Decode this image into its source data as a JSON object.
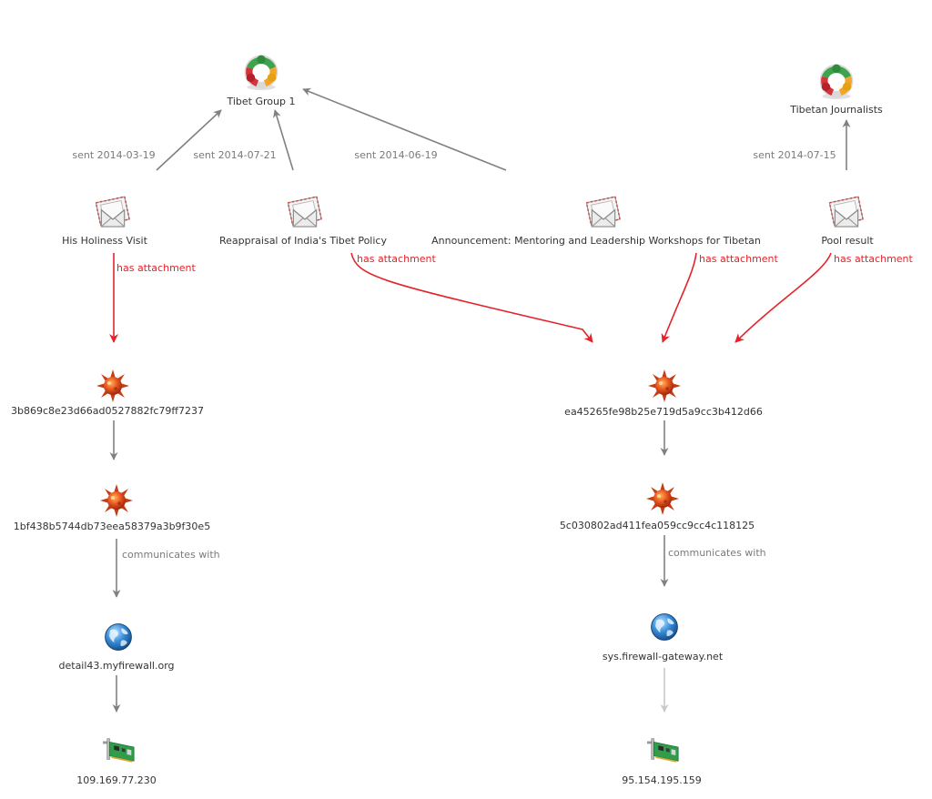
{
  "colors": {
    "edge_grey": "#808080",
    "edge_light": "#c8c8c8",
    "edge_red": "#e3242b",
    "label_grey": "#7a7a7a",
    "label_red": "#e3242b",
    "node_text": "#333333"
  },
  "nodes": {
    "tibet_group": {
      "label": "Tibet Group 1",
      "icon": "group-icon"
    },
    "tibetan_journalists": {
      "label": "Tibetan Journalists",
      "icon": "group-icon"
    },
    "email_holiness": {
      "label": "His Holiness Visit",
      "icon": "email-icon"
    },
    "email_reappraisal": {
      "label": "Reappraisal of India's Tibet Policy",
      "icon": "email-icon"
    },
    "email_announcement": {
      "label": "Announcement: Mentoring and Leadership Workshops for Tibetan",
      "icon": "email-icon"
    },
    "email_pool": {
      "label": "Pool result",
      "icon": "email-icon"
    },
    "malware_3b86": {
      "label": "3b869c8e23d66ad0527882fc79ff7237",
      "icon": "malware-icon"
    },
    "malware_1bf4": {
      "label": "1bf438b5744db73eea58379a3b9f30e5",
      "icon": "malware-icon"
    },
    "malware_ea45": {
      "label": "ea45265fe98b25e719d5a9cc3b412d66",
      "icon": "malware-icon"
    },
    "malware_5c03": {
      "label": "5c030802ad411fea059cc9cc4c118125",
      "icon": "malware-icon"
    },
    "domain_detail43": {
      "label": "detail43.myfirewall.org",
      "icon": "globe-icon"
    },
    "domain_sys": {
      "label": "sys.firewall-gateway.net",
      "icon": "globe-icon"
    },
    "ip_109": {
      "label": "109.169.77.230",
      "icon": "network-card-icon"
    },
    "ip_95": {
      "label": "95.154.195.159",
      "icon": "network-card-icon"
    }
  },
  "edges": {
    "e1": {
      "label": "sent 2014-03-19"
    },
    "e2": {
      "label": "sent 2014-07-21"
    },
    "e3": {
      "label": "sent 2014-06-19"
    },
    "e4": {
      "label": "sent 2014-07-15"
    },
    "e5": {
      "label": "has attachment"
    },
    "e6": {
      "label": "has attachment"
    },
    "e7": {
      "label": "has attachment"
    },
    "e8": {
      "label": "has attachment"
    },
    "e9": {
      "label": "communicates with"
    },
    "e10": {
      "label": "communicates with"
    }
  }
}
